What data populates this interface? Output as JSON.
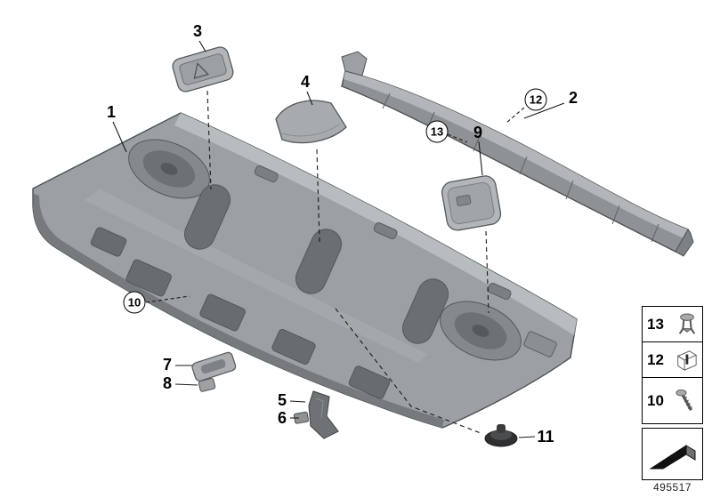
{
  "diagram": {
    "callouts": [
      {
        "label": "1",
        "circled": false
      },
      {
        "label": "2",
        "circled": false
      },
      {
        "label": "3",
        "circled": false
      },
      {
        "label": "4",
        "circled": false
      },
      {
        "label": "5",
        "circled": false
      },
      {
        "label": "6",
        "circled": false
      },
      {
        "label": "7",
        "circled": false
      },
      {
        "label": "8",
        "circled": false
      },
      {
        "label": "9",
        "circled": false
      },
      {
        "label": "10",
        "circled": true
      },
      {
        "label": "11",
        "circled": false
      },
      {
        "label": "12",
        "circled": true
      },
      {
        "label": "13",
        "circled": true
      }
    ],
    "legend": {
      "rows": [
        {
          "label": "13",
          "icon": "clip-fastener-icon"
        },
        {
          "label": "12",
          "icon": "expanding-rivet-icon"
        },
        {
          "label": "10",
          "icon": "screw-icon"
        }
      ],
      "direction_symbol_icon": "front-direction-arrow-icon"
    },
    "part_number": "495517",
    "colors": {
      "shelf_base": "#9aa0a3",
      "shelf_light": "#b7bcbe",
      "shelf_dark": "#6b6f71",
      "line": "#1a1a1a"
    }
  }
}
